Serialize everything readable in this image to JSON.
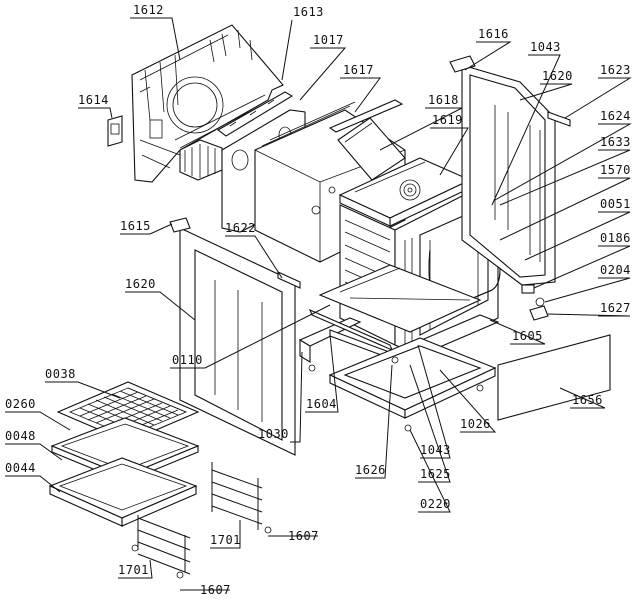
{
  "diagram": {
    "labels": {
      "l1612": "1612",
      "l1613": "1613",
      "l1017": "1017",
      "l1617": "1617",
      "l1614": "1614",
      "l1618": "1618",
      "l1619": "1619",
      "l1616": "1616",
      "l1043a": "1043",
      "l1620a": "1620",
      "l1623": "1623",
      "l1624": "1624",
      "l1633": "1633",
      "l1570": "1570",
      "l0051": "0051",
      "l0186": "0186",
      "l0204": "0204",
      "l1627": "1627",
      "l1615": "1615",
      "l1622": "1622",
      "l1620b": "1620",
      "l1605": "1605",
      "l0110": "0110",
      "l0038": "0038",
      "l0260": "0260",
      "l0048": "0048",
      "l0044": "0044",
      "l1604": "1604",
      "l1030": "1030",
      "l1026": "1026",
      "l1043b": "1043",
      "l1656": "1656",
      "l1626": "1626",
      "l1625": "1625",
      "l0220": "0220",
      "l1701a": "1701",
      "l1607a": "1607",
      "l1701b": "1701",
      "l1607b": "1607"
    }
  }
}
